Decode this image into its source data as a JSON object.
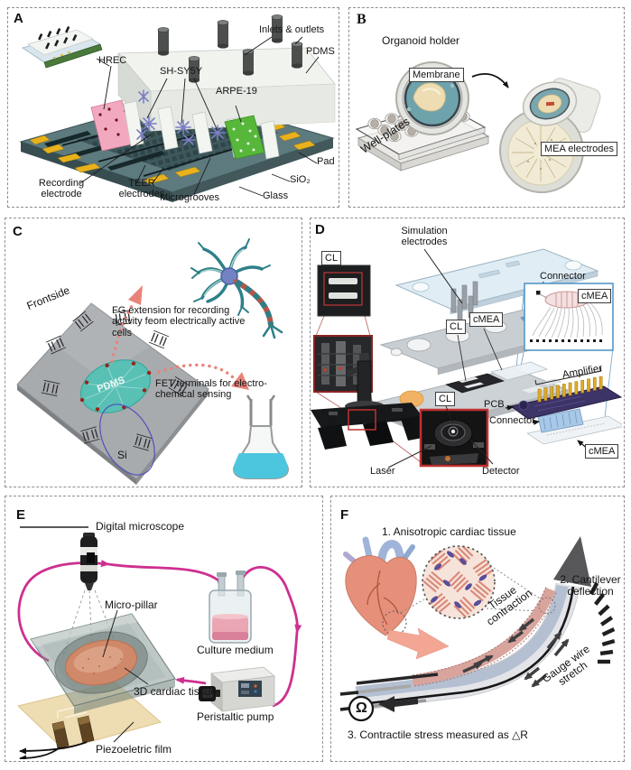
{
  "colors": {
    "panel_border": "#8f8f8f",
    "board_teal": "#5d7a7e",
    "pad_yellow": "#e9b21d",
    "cell_pink": "#f2a9bf",
    "cell_purple": "#7b7fc4",
    "cell_green": "#57b73a",
    "membrane_teal": "#6fa3ab",
    "organoid_cream": "#eeddb2",
    "pdms_teal": "#59c0b5",
    "arrow_salmon": "#e8837a",
    "flask_cyan": "#4cc6de",
    "highlight_red": "#c03030",
    "connector_blue": "#7fa8dc",
    "cmea_frame_blue": "#4a90c4",
    "pcb_purple": "#3c3366",
    "pin_gold": "#e0aa25",
    "tubing_magenta": "#ce2f90",
    "cardiac_tissue_salmon": "#cf8869",
    "piezo_film_tan": "#eedcb2",
    "heart_coral": "#e6907b",
    "cantilever_blue_gray": "#b4bfd2",
    "cantilever_tissue_pink": "#d8a49c"
  },
  "panels": {
    "a": {
      "letter": "A",
      "labels": {
        "inlets_outlets": "Inlets & outlets",
        "pdms": "PDMS",
        "hrec": "HREC",
        "sh_sy5y": "SH-SY5Y",
        "arpe_19": "ARPE-19",
        "pad": "Pad",
        "sio2": "SiO₂",
        "glass": "Glass",
        "microgrooves": "Microgrooves",
        "teer_electrodes": "TEER electrodes",
        "recording_electrode": "Recording electrode"
      }
    },
    "b": {
      "letter": "B",
      "labels": {
        "organoid_holder": "Organoid holder",
        "membrane": "Membrane",
        "well_plates": "Well-plates",
        "mea_electrodes": "MEA electrodes"
      }
    },
    "c": {
      "letter": "C",
      "labels": {
        "frontside": "Frontside",
        "fg_extension": "FG extension for recording activity feom electrically active cells",
        "pdms": "PDMS",
        "fet_terminals": "FET terminals for electro-chemical sensing",
        "si": "Si"
      }
    },
    "d": {
      "letter": "D",
      "labels": {
        "simulation_electrodes": "Simulation electrodes",
        "connector_top": "Connector",
        "cl_top": "CL",
        "cl_mid": "CL",
        "cmea_mid": "cMEA",
        "cmea_schematic": "cMEA",
        "amplifier": "Amplifier",
        "pcb": "PCB",
        "connector_bottom": "Connector",
        "cmea_bottom": "cMEA",
        "cl_bottom": "CL",
        "laser": "Laser",
        "detector": "Detector"
      }
    },
    "e": {
      "letter": "E",
      "labels": {
        "digital_microscope": "Digital microscope",
        "micro_pillar": "Micro-pillar",
        "culture_medium": "Culture medium",
        "cardiac_tissue": "3D cardiac tissue",
        "peristaltic_pump": "Peristaltic pump",
        "piezo_film": "Piezoeletric film"
      }
    },
    "f": {
      "letter": "F",
      "labels": {
        "step1": "1. Anisotropic cardiac tissue",
        "step2": "2. Cantilever deflection",
        "tissue_contraction": "Tissue contraction",
        "gauge_wire_stretch": "Gauge wire stretch",
        "omega": "Ω",
        "step3": "3. Contractile stress measured as △R"
      }
    }
  }
}
